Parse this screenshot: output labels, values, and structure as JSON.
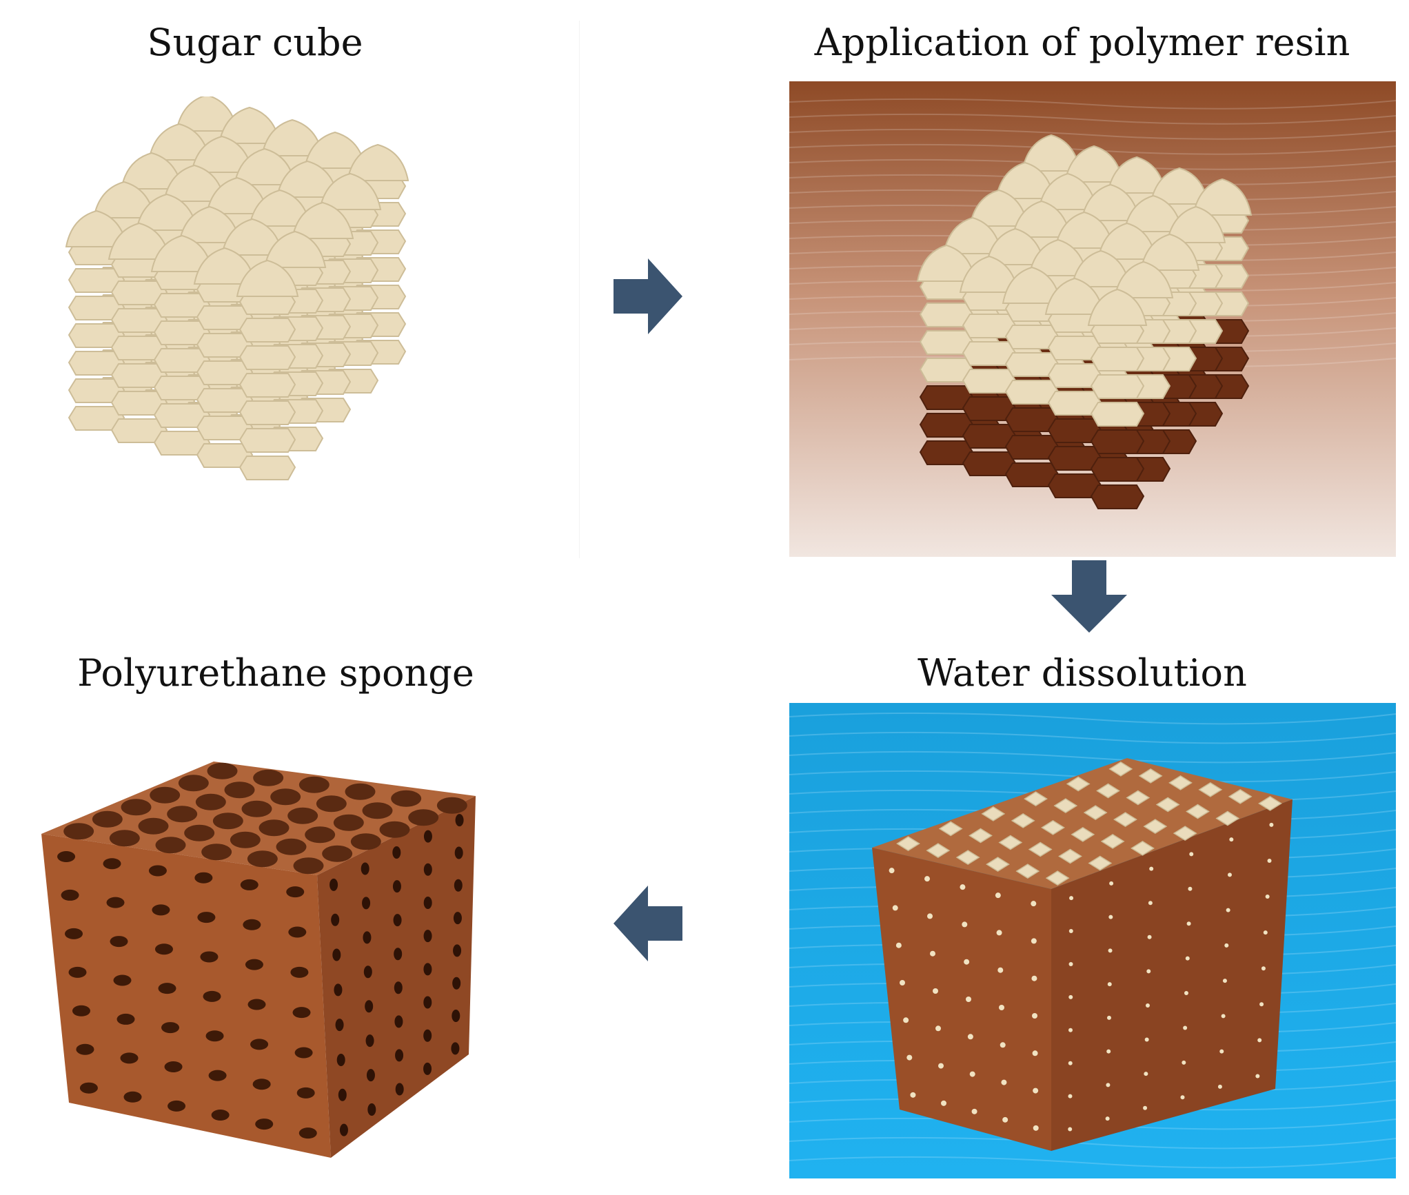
{
  "steps": [
    {
      "label": "Sugar cube"
    },
    {
      "label": "Application of polymer resin"
    },
    {
      "label": "Water dissolution"
    },
    {
      "label": "Polyurethane sponge"
    }
  ],
  "colors": {
    "sugar": "#eadcbc",
    "sugar_shade": "#cdbd98",
    "resin": "#9a4d28",
    "resin_dark": "#6b2e14",
    "water": "#1aa6e4",
    "arrow": "#3b5470",
    "sponge": "#a8592d"
  }
}
